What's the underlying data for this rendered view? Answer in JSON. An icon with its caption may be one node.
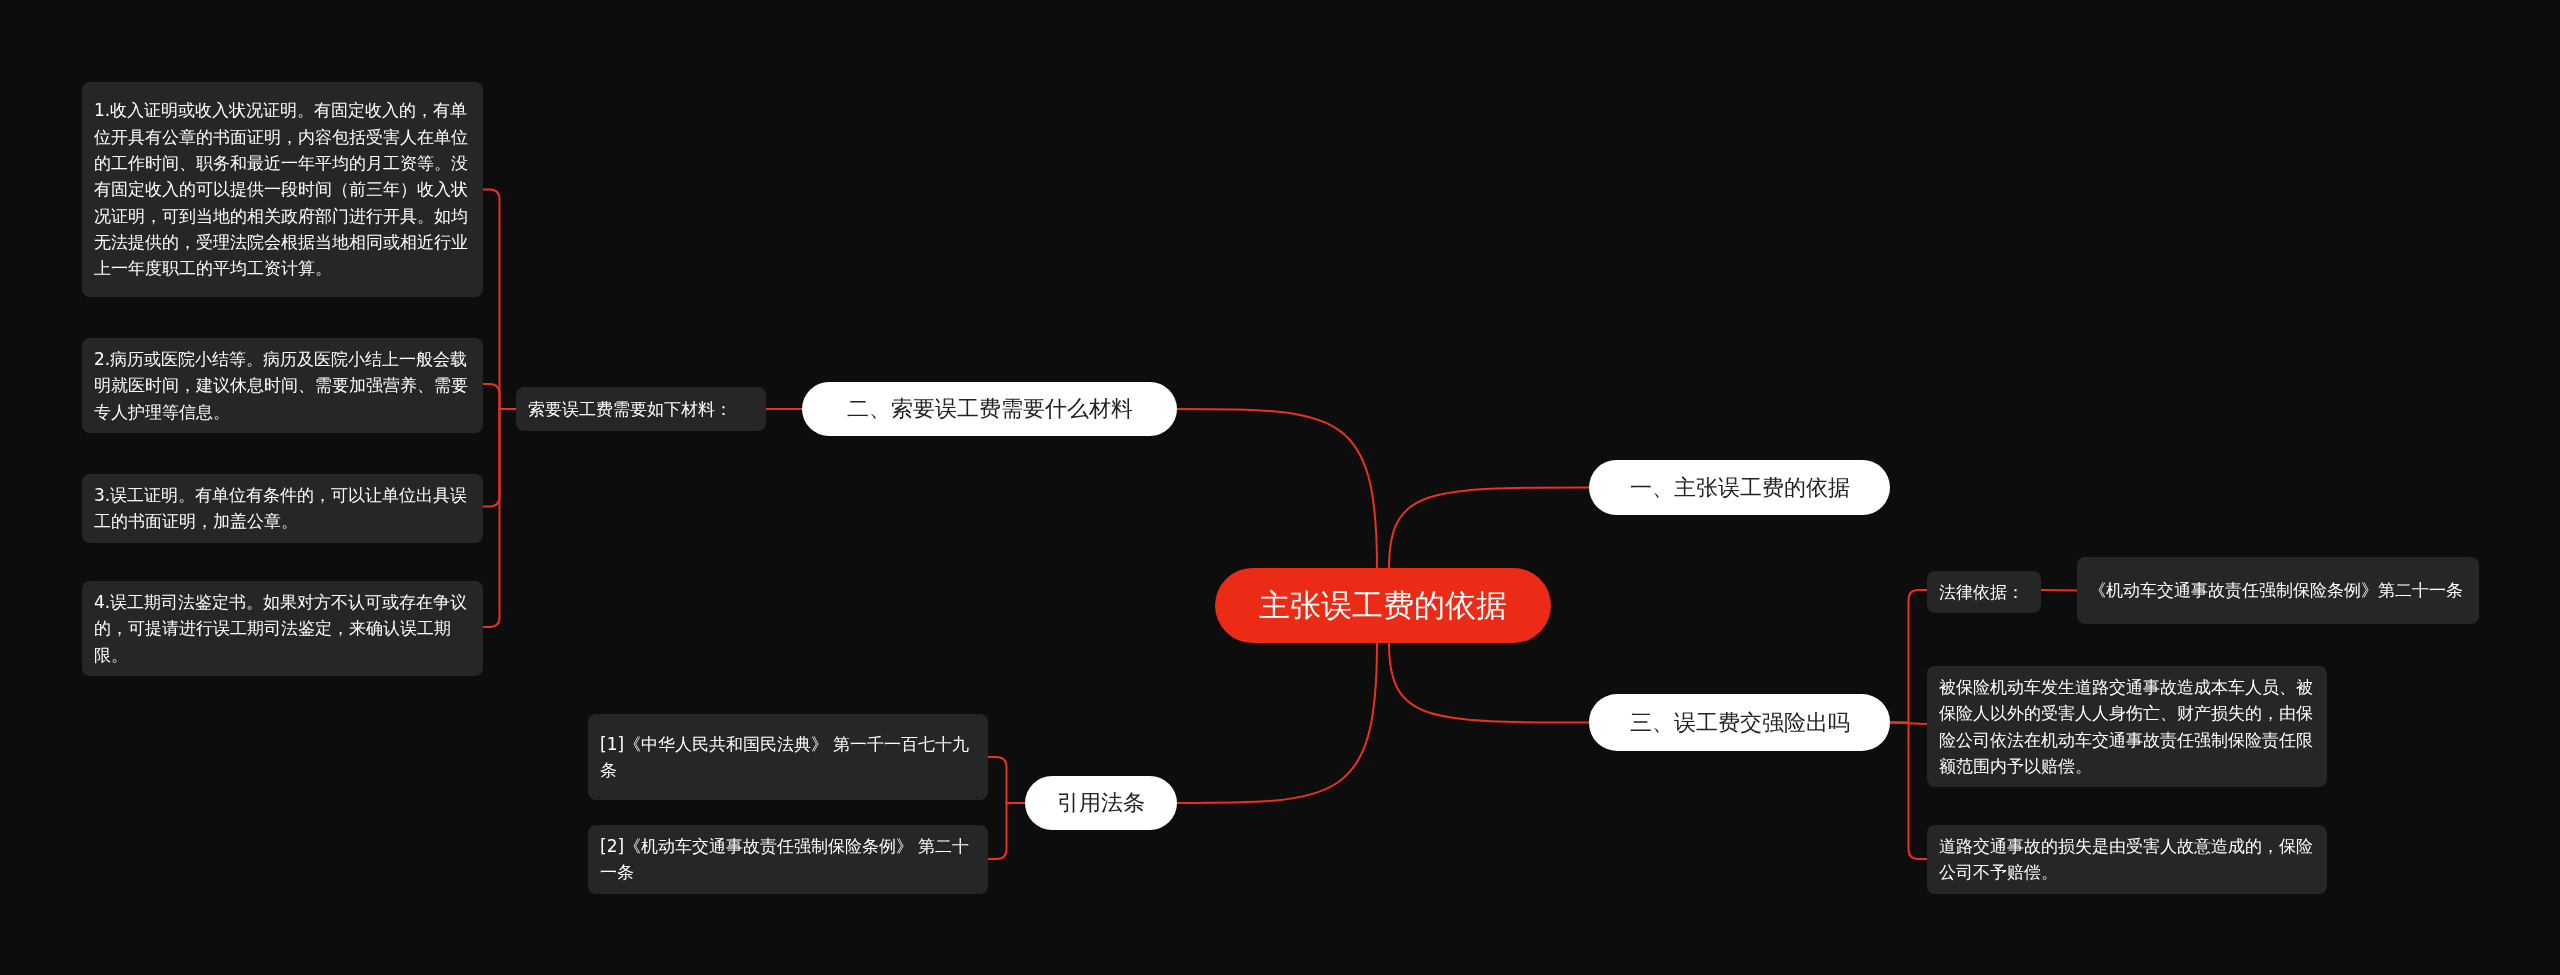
{
  "diagram": {
    "nodes": [
      {
        "text": [
          "主张误工费的依据"
        ]
      },
      {
        "text": [
          "一、主张误工费的依据"
        ]
      },
      {
        "text": [
          "二、索要误工费需要什么材料"
        ]
      },
      {
        "text": [
          "索要误工费需要如下材料："
        ]
      },
      {
        "text": [
          "1.收入证明或收入状况证明。有固定收入的，有单位开具有公章的书面证明，内容包括受害人在单位的工作时间、职务和最近一年平均的月工资等。没有固定收入的可以提供一段时间（前三年）收入状况证明，可到当地的相关政府部门进行开具。如均无法提供的，受理法院会根据当地相同或相近行业上一年度职工的平均工资计算。"
        ]
      },
      {
        "text": [
          "2.病历或医院小结等。病历及医院小结上一般会载明就医时间，建议休息时间、需要加强营养、需要专人护理等信息。"
        ]
      },
      {
        "text": [
          "3.误工证明。有单位有条件的，可以让单位出具误工的书面证明，加盖公章。"
        ]
      },
      {
        "text": [
          "4.误工期司法鉴定书。如果对方不认可或存在争议的，可提请进行误工期司法鉴定，来确认误工期限。"
        ]
      },
      {
        "text": [
          "三、误工费交强险出吗"
        ]
      },
      {
        "text": [
          "法律依据："
        ]
      },
      {
        "text": [
          "《机动车交通事故责任强制保险条例》第二十一条"
        ]
      },
      {
        "text": [
          "被保险机动车发生道路交通事故造成本车人员、被保险人以外的受害人人身伤亡、财产损失的，由保险公司依法在机动车交通事故责任强制保险责任限额范围内予以赔偿。"
        ]
      },
      {
        "text": [
          "道路交通事故的损失是由受害人故意造成的，保险公司不予赔偿。"
        ]
      },
      {
        "text": [
          "引用法条"
        ]
      },
      {
        "text": [
          "[1]《中华人民共和国民法典》 第一千一百七十九条"
        ]
      },
      {
        "text": [
          "[2]《机动车交通事故责任强制保险条例》 第二十一条"
        ]
      }
    ],
    "edges": [
      {
        "from": 0,
        "to": 1,
        "arrow": "none"
      },
      {
        "from": 0,
        "to": 2,
        "arrow": "none"
      },
      {
        "from": 2,
        "to": 3,
        "arrow": "none"
      },
      {
        "from": 3,
        "to": 4,
        "arrow": "none"
      },
      {
        "from": 3,
        "to": 5,
        "arrow": "none"
      },
      {
        "from": 3,
        "to": 6,
        "arrow": "none"
      },
      {
        "from": 3,
        "to": 7,
        "arrow": "none"
      },
      {
        "from": 0,
        "to": 8,
        "arrow": "none"
      },
      {
        "from": 8,
        "to": 9,
        "arrow": "none"
      },
      {
        "from": 9,
        "to": 10,
        "arrow": "none"
      },
      {
        "from": 8,
        "to": 11,
        "arrow": "none"
      },
      {
        "from": 8,
        "to": 12,
        "arrow": "none"
      },
      {
        "from": 0,
        "to": 13,
        "arrow": "none"
      },
      {
        "from": 13,
        "to": 14,
        "arrow": "none"
      },
      {
        "from": 13,
        "to": 15,
        "arrow": "none"
      }
    ]
  }
}
